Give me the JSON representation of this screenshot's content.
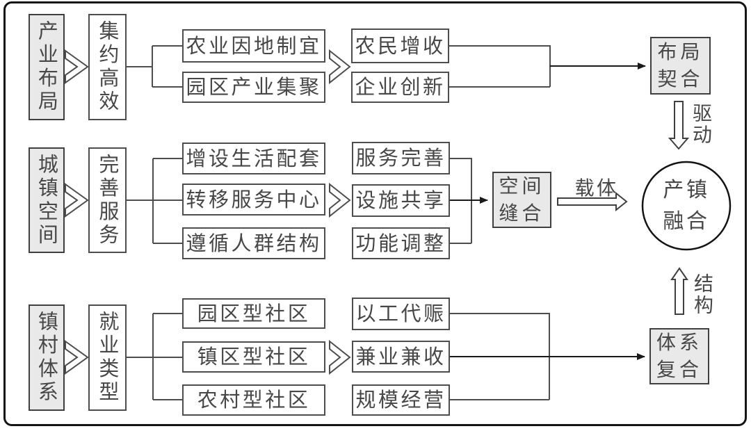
{
  "diagram": {
    "center": {
      "label": "产镇\n融合"
    },
    "edge_labels": {
      "drive": "驱动",
      "carrier": "载体",
      "structure": "结构"
    },
    "rows": [
      {
        "source": "产业布局",
        "approach": "集约高效",
        "strategies": [
          "农业因地制宜",
          "园区产业集聚"
        ],
        "outcomes": [
          "农民增收",
          "企业创新"
        ],
        "result": "布局\n契合"
      },
      {
        "source": "城镇空间",
        "approach": "完善服务",
        "strategies": [
          "增设生活配套",
          "转移服务中心",
          "遵循人群结构"
        ],
        "outcomes": [
          "服务完善",
          "设施共享",
          "功能调整"
        ],
        "result": "空间\n缝合"
      },
      {
        "source": "镇村体系",
        "approach": "就业类型",
        "strategies": [
          "园区型社区",
          "镇区型社区",
          "农村型社区"
        ],
        "outcomes": [
          "以工代赈",
          "兼业兼收",
          "规模经营"
        ],
        "result": "体系\n复合"
      }
    ],
    "colors": {
      "gray_fill": "#e9e9e9",
      "box_border": "#4d4d4d",
      "line": "#4d4d4d",
      "dark": "#141414",
      "text": "#474747"
    }
  }
}
